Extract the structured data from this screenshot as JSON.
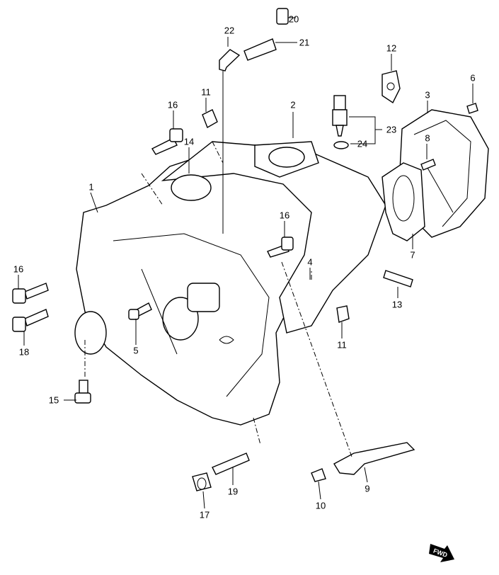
{
  "diagram": {
    "callouts": [
      "20",
      "21",
      "22",
      "12",
      "6",
      "3",
      "11",
      "16",
      "2",
      "23",
      "24",
      "8",
      "14",
      "1",
      "16",
      "7",
      "4",
      "16",
      "13",
      "5",
      "11",
      "18",
      "15",
      "9",
      "19",
      "10",
      "17"
    ],
    "fwd_label": "FWD"
  }
}
